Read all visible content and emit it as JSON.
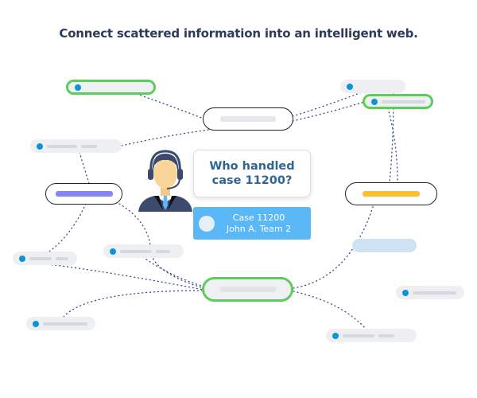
{
  "title": "Connect scattered information into an intelligent web.",
  "bubble": {
    "line1": "Who handled",
    "line2": "case 11200?"
  },
  "result_card": {
    "line1": "Case 11200",
    "line2": "John A. Team 2"
  },
  "colors": {
    "green": "#5ccc5c",
    "blue_dot": "#0d93d8",
    "purple": "#8585f5",
    "yellow": "#fbc02d",
    "link": "#3a4a8c"
  }
}
